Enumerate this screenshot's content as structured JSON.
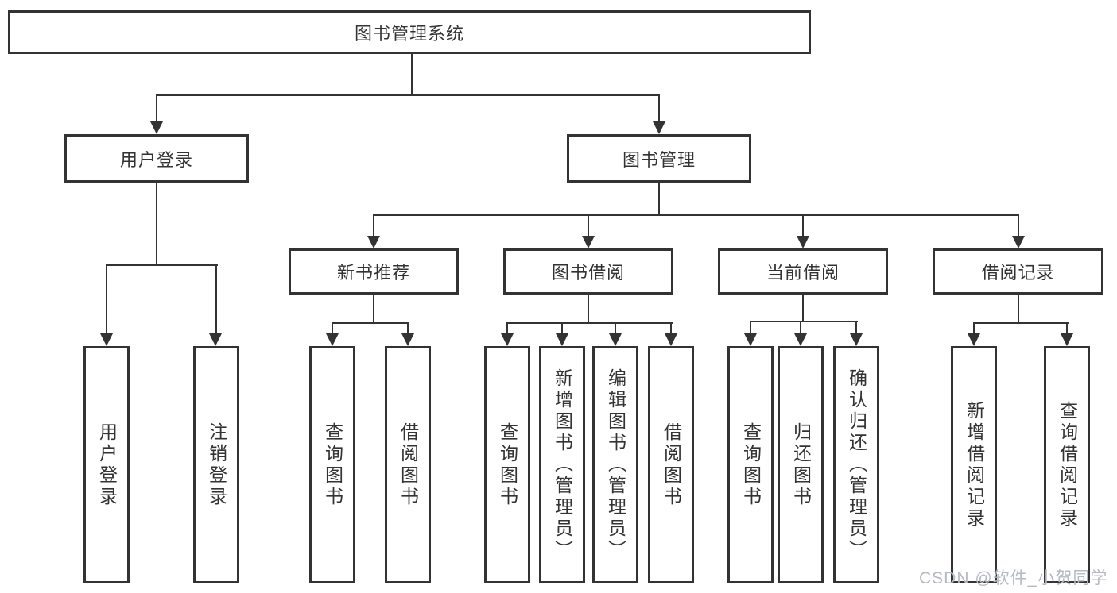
{
  "colors": {
    "line": "#333333",
    "text": "#333333",
    "background": "#ffffff",
    "watermark": "#b5bac1"
  },
  "watermark": "CSDN @软件_小贺同学",
  "tree": {
    "root": "图书管理系统",
    "user_login": {
      "label": "用户登录",
      "children": [
        "用户登录",
        "注销登录"
      ]
    },
    "book_management": {
      "label": "图书管理",
      "modules": [
        {
          "label": "新书推荐",
          "children": [
            "查询图书",
            "借阅图书"
          ]
        },
        {
          "label": "图书借阅",
          "children": [
            "查询图书",
            "新增图书（管理员）",
            "编辑图书（管理员）",
            "借阅图书"
          ]
        },
        {
          "label": "当前借阅",
          "children": [
            "查询图书",
            "归还图书",
            "确认归还（管理员）"
          ]
        },
        {
          "label": "借阅记录",
          "children": [
            "新增借阅记录",
            "查询借阅记录"
          ]
        }
      ]
    }
  }
}
